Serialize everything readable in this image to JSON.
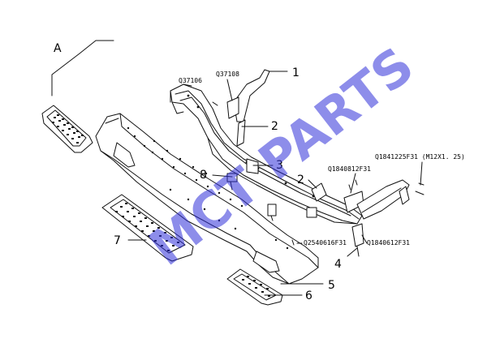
{
  "diagram": {
    "view_label": "A",
    "watermark": "MCT PARTS",
    "callouts": [
      {
        "id": "1",
        "text": "1"
      },
      {
        "id": "2a",
        "text": "2"
      },
      {
        "id": "3",
        "text": "3"
      },
      {
        "id": "8",
        "text": "8"
      },
      {
        "id": "2b",
        "text": "2"
      },
      {
        "id": "7",
        "text": "7"
      },
      {
        "id": "4",
        "text": "4"
      },
      {
        "id": "5",
        "text": "5"
      },
      {
        "id": "6",
        "text": "6"
      }
    ],
    "part_codes": [
      {
        "id": "q37106",
        "text": "Q37106"
      },
      {
        "id": "q37108",
        "text": "Q37108"
      },
      {
        "id": "q1840812",
        "text": "Q1840812F31"
      },
      {
        "id": "q1841225",
        "text": "Q1841225F31 (M12X1. 25)"
      },
      {
        "id": "q2540616",
        "text": "Q2540616F31"
      },
      {
        "id": "q1840612",
        "text": "Q1840612F31"
      }
    ],
    "colors": {
      "line": "#111111",
      "watermark": "#2f2fd8"
    }
  }
}
